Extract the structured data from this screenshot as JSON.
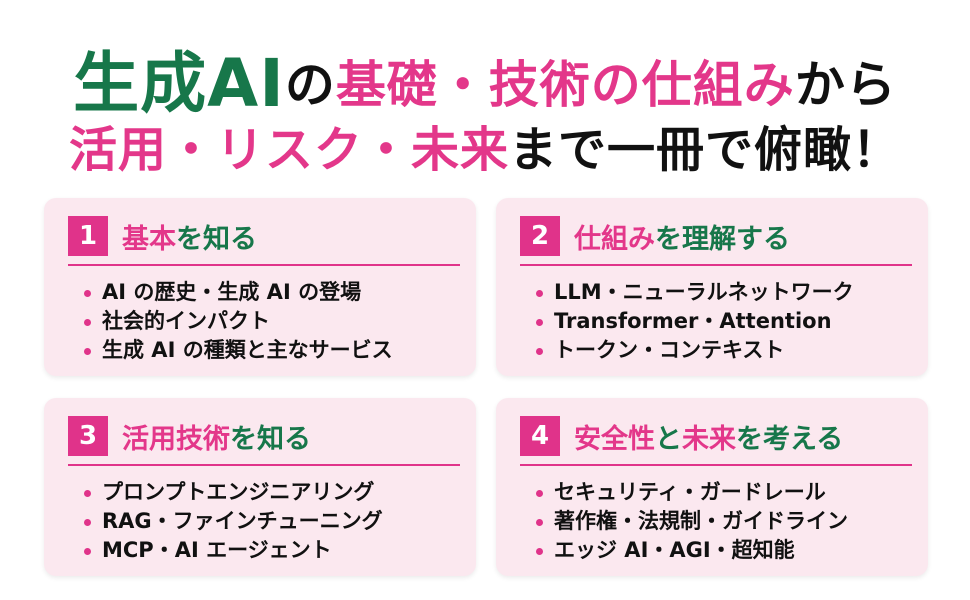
{
  "headline": {
    "line1": [
      {
        "text": "生成AI",
        "color": "green"
      },
      {
        "text": "の",
        "color": "black"
      },
      {
        "text": "基礎・技術の仕組み",
        "color": "pink"
      },
      {
        "text": "から",
        "color": "black"
      }
    ],
    "line2": [
      {
        "text": "活用・リスク・未来",
        "color": "pink"
      },
      {
        "text": "まで一冊で俯瞰！",
        "color": "black"
      }
    ]
  },
  "colors": {
    "green": "#17774a",
    "pink": "#e3378a",
    "black": "#111111",
    "card_bg": "#fbe8ef",
    "bullet": "#e0338a"
  },
  "cards": [
    {
      "number": "1",
      "title": [
        {
          "text": "基本",
          "color": "pink"
        },
        {
          "text": "を知る",
          "color": "green"
        }
      ],
      "items": [
        "AI の歴史・生成 AI の登場",
        "社会的インパクト",
        "生成 AI の種類と主なサービス"
      ]
    },
    {
      "number": "2",
      "title": [
        {
          "text": "仕組み",
          "color": "pink"
        },
        {
          "text": "を理解する",
          "color": "green"
        }
      ],
      "items": [
        "LLM・ニューラルネットワーク",
        "Transformer・Attention",
        "トークン・コンテキスト"
      ]
    },
    {
      "number": "3",
      "title": [
        {
          "text": "活用技術",
          "color": "pink"
        },
        {
          "text": "を知る",
          "color": "green"
        }
      ],
      "items": [
        "プロンプトエンジニアリング",
        "RAG・ファインチューニング",
        "MCP・AI エージェント"
      ]
    },
    {
      "number": "4",
      "title": [
        {
          "text": "安全性",
          "color": "pink"
        },
        {
          "text": "と",
          "color": "green"
        },
        {
          "text": "未来",
          "color": "pink"
        },
        {
          "text": "を考える",
          "color": "green"
        }
      ],
      "items": [
        "セキュリティ・ガードレール",
        "著作権・法規制・ガイドライン",
        "エッジ AI・AGI・超知能"
      ]
    }
  ]
}
